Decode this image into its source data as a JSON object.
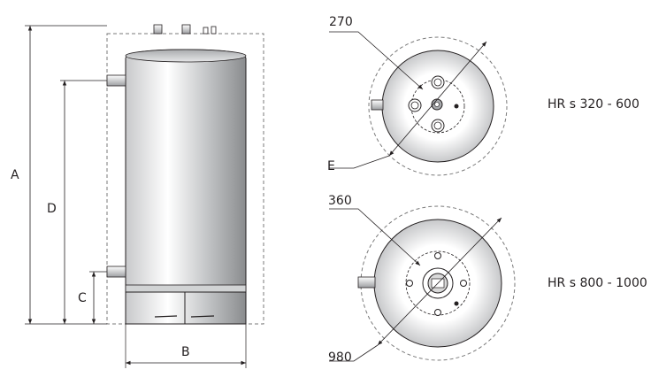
{
  "labels": {
    "dim_a": "A",
    "dim_b": "B",
    "dim_c": "C",
    "dim_d": "D",
    "dim_e": "E",
    "angle_top": "270",
    "angle_mid": "360",
    "dia_bottom": "980"
  },
  "models": {
    "top": "HR s 320 - 600",
    "bottom": "HR s 800 - 1000"
  },
  "colors": {
    "line": "#231f20",
    "tank_gradient_light": "#ffffff",
    "tank_gradient_dark": "#8a8c8e",
    "dash": "#7a7a7a"
  }
}
